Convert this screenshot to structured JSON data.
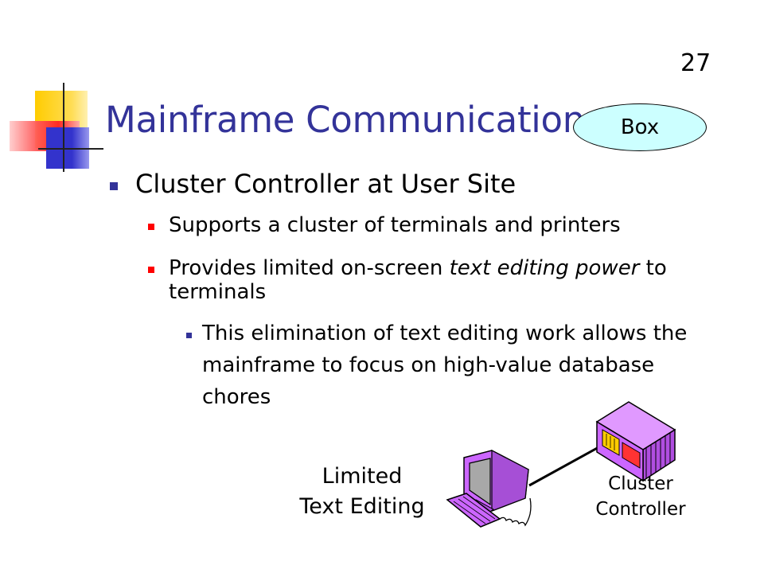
{
  "slide": {
    "number": "27",
    "title": "Mainframe Communication",
    "box_label": "Box"
  },
  "bullets": {
    "level1": "Cluster Controller at User Site",
    "level2_a": "Supports a cluster of terminals and printers",
    "level2_b_pre": "Provides limited on-screen ",
    "level2_b_em": "text editing power",
    "level2_b_post": " to terminals",
    "level3": "This elimination of text editing work allows the mainframe to focus on high-value database chores"
  },
  "diagram": {
    "terminal_label_line1": "Limited",
    "terminal_label_line2": "Text Editing",
    "controller_label_line1": "Cluster",
    "controller_label_line2": "Controller"
  },
  "colors": {
    "title": "#333399",
    "ellipse_fill": "#ccffff",
    "deco_yellow": "#ffcc00",
    "deco_red": "#ff3333",
    "deco_blue": "#3333cc",
    "device_purple": "#cc66ff"
  }
}
